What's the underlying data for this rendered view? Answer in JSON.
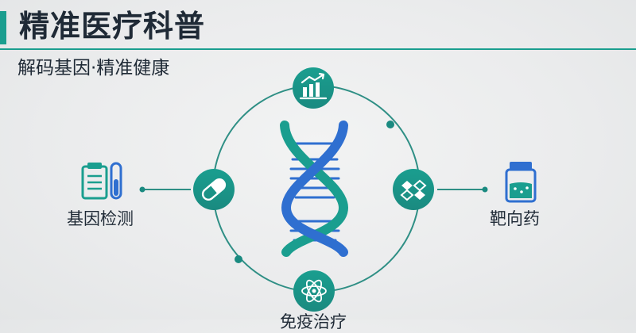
{
  "header": {
    "title": "精准医疗科普",
    "subtitle": "解码基因·精准健康"
  },
  "nodes": {
    "left_label": "基因检测",
    "right_label": "靶向药",
    "bottom_label": "免疫治疗"
  },
  "icons": {
    "top": "bar-chart-icon",
    "left": "capsule-pill-icon",
    "right": "molecule-puzzle-icon",
    "bottom": "atom-icon",
    "center": "dna-helix-icon",
    "far_left": "clipboard-test-tube-icon",
    "far_right": "medicine-bottle-icon"
  },
  "colors": {
    "teal": "#1a9e8f",
    "blue": "#2f6fd0",
    "dark_text": "#1f2a36",
    "ring": "#2f8f85"
  }
}
